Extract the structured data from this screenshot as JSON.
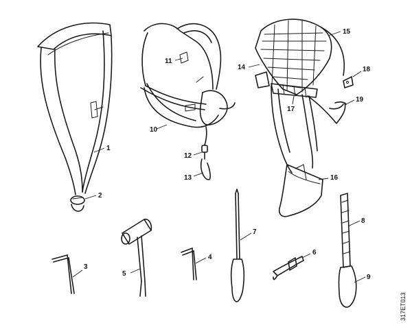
{
  "diagram": {
    "drawing_code": "317ET013",
    "parts": [
      {
        "id": "strap_single",
        "callout": "1"
      },
      {
        "id": "snap_hook_single",
        "callout": "2"
      },
      {
        "id": "allen_key_small",
        "callout": "3"
      },
      {
        "id": "allen_key_medium",
        "callout": "4"
      },
      {
        "id": "combination_wrench",
        "callout": "5"
      },
      {
        "id": "file_holder",
        "callout": "6"
      },
      {
        "id": "screwdriver",
        "callout": "7"
      },
      {
        "id": "flat_file",
        "callout": "8"
      },
      {
        "id": "file_handle",
        "callout": "9"
      },
      {
        "id": "harness_light",
        "callout": "10"
      },
      {
        "id": "harness_buckle",
        "callout": "11"
      },
      {
        "id": "harness_hook_clip",
        "callout": "12"
      },
      {
        "id": "harness_snap_hook",
        "callout": "13"
      },
      {
        "id": "full_harness_pad",
        "callout": "14"
      },
      {
        "id": "back_plate",
        "callout": "15"
      },
      {
        "id": "hip_pad",
        "callout": "16"
      },
      {
        "id": "shoulder_buckle",
        "callout": "17"
      },
      {
        "id": "small_bracket",
        "callout": "18"
      },
      {
        "id": "strap_hook",
        "callout": "19"
      }
    ]
  }
}
